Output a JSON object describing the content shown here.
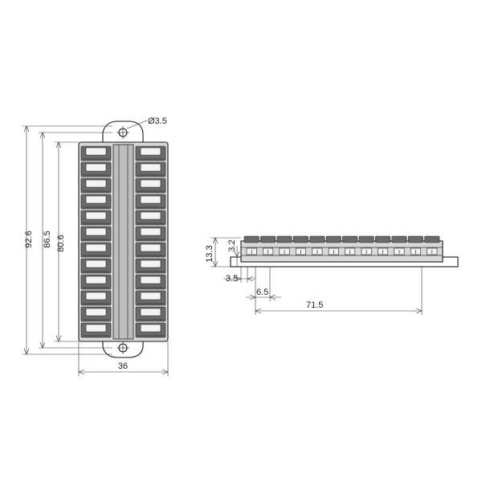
{
  "colors": {
    "stroke": "#1a1a1a",
    "body": "#d9d9d9",
    "cell_dark": "#6a6a6a",
    "cell_light": "#f4f4f4",
    "strip": "#bdbdbd"
  },
  "terminal_block": {
    "ways_per_side": 12,
    "front_view": {
      "hole_diameter_label": "Ø3.5",
      "dim_overall_length": "92.6",
      "dim_mount_length": "86.5",
      "dim_body_length": "80.6",
      "dim_width": "36"
    },
    "side_view": {
      "dim_total_height": "13.3",
      "dim_base_height": "3.2",
      "dim_edge_offset": "3.5",
      "dim_pitch": "6.5",
      "dim_span": "71.5"
    }
  }
}
